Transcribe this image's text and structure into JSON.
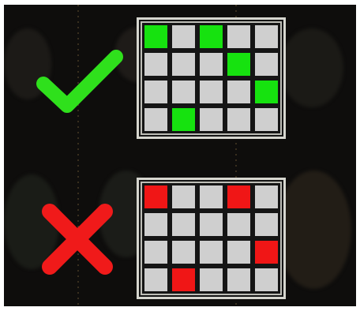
{
  "panels": [
    {
      "mark": "check-icon",
      "mark_color": "#2fe01c",
      "on_color": "#16e20f",
      "grid": [
        [
          1,
          0,
          1,
          0,
          0
        ],
        [
          0,
          0,
          0,
          1,
          0
        ],
        [
          0,
          0,
          0,
          0,
          1
        ],
        [
          0,
          1,
          0,
          0,
          0
        ]
      ]
    },
    {
      "mark": "cross-icon",
      "mark_color": "#f01a1a",
      "on_color": "#f01616",
      "grid": [
        [
          1,
          0,
          0,
          1,
          0
        ],
        [
          0,
          0,
          0,
          0,
          0
        ],
        [
          0,
          0,
          0,
          0,
          1
        ],
        [
          0,
          1,
          0,
          0,
          0
        ]
      ]
    }
  ],
  "off_color": "#cfcfcf"
}
